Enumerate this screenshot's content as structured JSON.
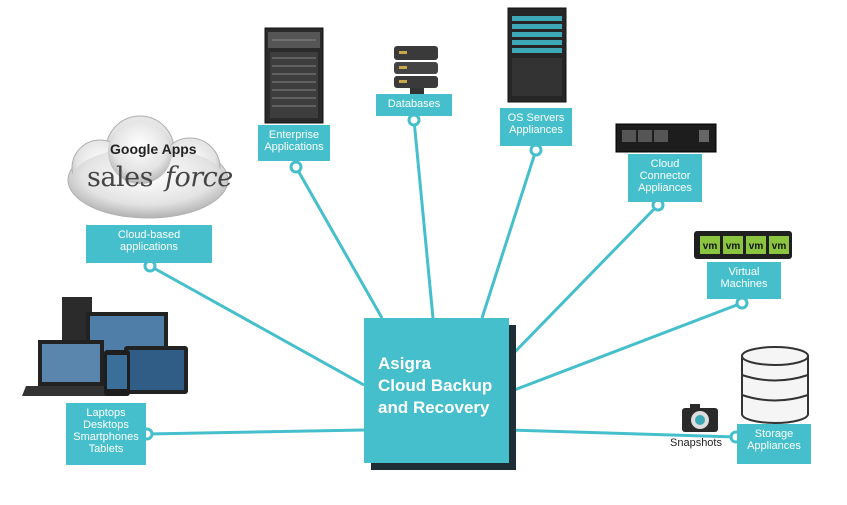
{
  "center": {
    "title": "Asigra\nCloud Backup\nand Recovery"
  },
  "nodes": {
    "enterprise": "Enterprise\nApplications",
    "databases": "Databases",
    "os_servers": "OS Servers\nAppliances",
    "cloud_connector": "Cloud\nConnector\nAppliances",
    "virtual_machines": "Virtual\nMachines",
    "storage": "Storage\nAppliances",
    "cloud_apps": "Cloud-based\napplications",
    "devices": "Laptops\nDesktops\nSmartphones\nTablets"
  },
  "snapshots_label": "Snapshots",
  "logos": {
    "google_apps": "Google Apps",
    "salesforce_a": "sales",
    "salesforce_b": "force"
  },
  "vm_tags": [
    "vm",
    "vm",
    "vm",
    "vm"
  ],
  "colors": {
    "accent": "#45bfcc",
    "line": "#45bfcc",
    "shadow": "#1f2d35",
    "dot_fill": "#ffffff"
  }
}
